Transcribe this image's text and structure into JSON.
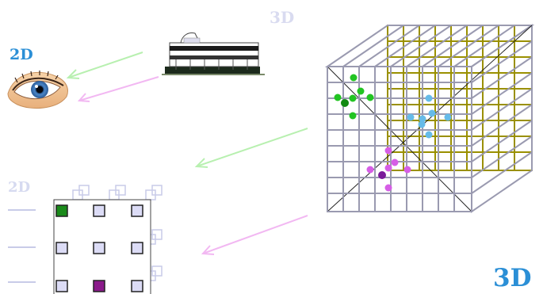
{
  "labels": {
    "top_2d": "2D",
    "faint_3d": "3D",
    "faint_2d": "2D",
    "big_3d": "3D"
  },
  "colors": {
    "label_blue": "#2b8fd6",
    "faint_label": "#d9dbf0",
    "front_grid": "#9a9ab0",
    "back_grid": "#9a9000",
    "arrow_green": "#b8f0b0",
    "arrow_pink": "#f2b8f2",
    "cluster_green": "#22c422",
    "cluster_blue": "#66bbe8",
    "cluster_magenta": "#d65ee6",
    "square_fill": "#dcdcf6",
    "square_green": "#1a8a1a",
    "square_purple": "#8a1a8a"
  },
  "icons": {
    "eye": "eye-icon",
    "building": "building-icon"
  },
  "grid_2d": {
    "rows": 3,
    "cols": 3,
    "highlighted": [
      {
        "row": 0,
        "col": 0,
        "color": "green"
      },
      {
        "row": 2,
        "col": 1,
        "color": "purple"
      }
    ]
  }
}
